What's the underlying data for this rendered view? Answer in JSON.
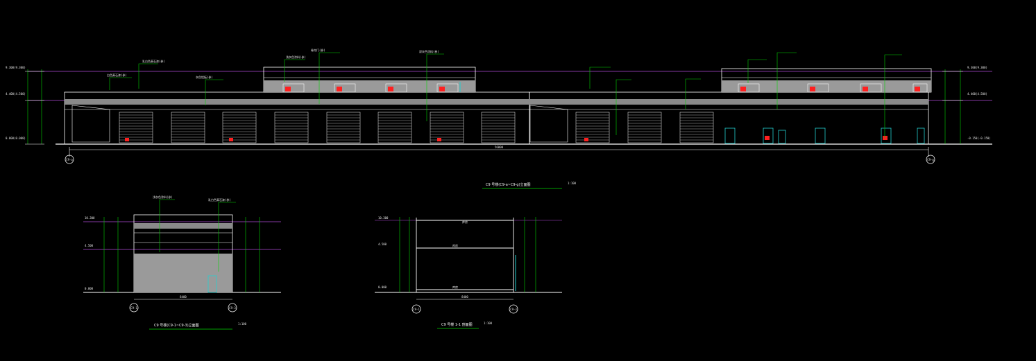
{
  "colors": {
    "background": "#000000",
    "line": "#ffffff",
    "leader": "#00d400",
    "level": "#b04bd8",
    "mark": "#ff2020",
    "glass": "#22d0d0",
    "panel": "#a8a8a8"
  },
  "elevation_main": {
    "title": "C9 号楼(C9-a~C9-g)立面图",
    "scale": "1:100",
    "axis_left": "C9-a",
    "axis_right": "C9-g",
    "overall_dim": "56000",
    "levels_left": [
      "9.300(9.300)",
      "4.400(4.500)",
      "0.000(0.000)"
    ],
    "levels_right": [
      "9.300(9.300)",
      "4.400(4.500)",
      "-0.150(-0.150)"
    ],
    "callouts": [
      "乳白色真石漆(参)",
      "白色真石漆(参)",
      "灰色铝板(参)",
      "浅灰色涂料(参)",
      "卷帘门(参)",
      "深灰色涂料(参)"
    ]
  },
  "elevation_side": {
    "title": "C9 号楼(C9-1~C9-3)立面图",
    "scale": "1:100",
    "axis_left": "C9-1",
    "axis_right": "C9-3",
    "overall_dim": "8400",
    "levels": [
      "10.300",
      "4.500",
      "0.000"
    ],
    "callouts": [
      "浅灰色涂料(参)",
      "乳白色真石漆(参)"
    ]
  },
  "section": {
    "title": "C9 号楼 1-1 剖面图",
    "scale": "1:100",
    "axis_left": "C9-1",
    "axis_right": "C9-3",
    "overall_dim": "8400",
    "levels": [
      "10.300",
      "4.500",
      "0.000"
    ],
    "room_labels": [
      "库房",
      "库房",
      "库房"
    ]
  }
}
